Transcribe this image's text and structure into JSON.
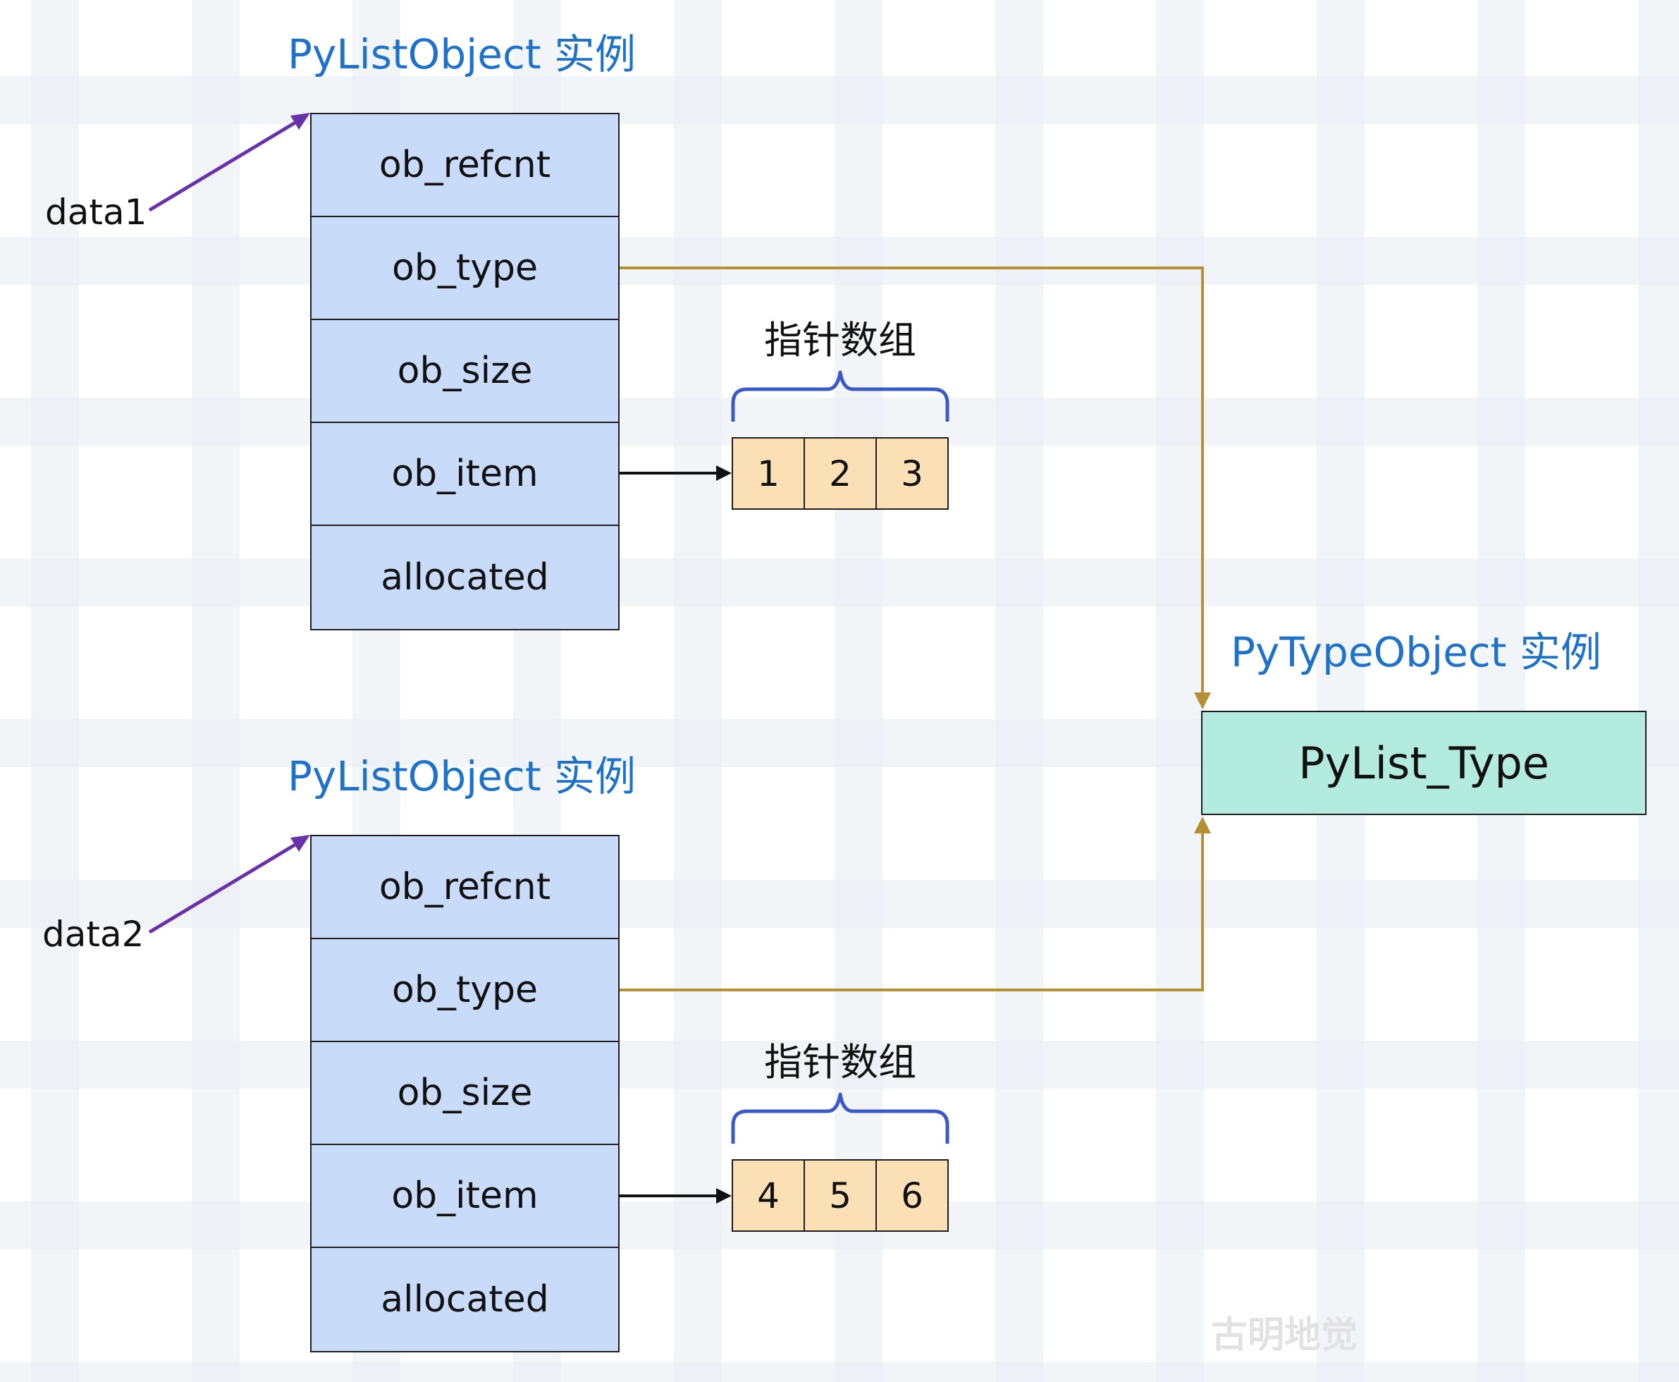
{
  "lists": [
    {
      "title": "PyListObject 实例",
      "pointer_label": "data1",
      "fields": [
        "ob_refcnt",
        "ob_type",
        "ob_size",
        "ob_item",
        "allocated"
      ],
      "array_label": "指针数组",
      "items": [
        "1",
        "2",
        "3"
      ]
    },
    {
      "title": "PyListObject 实例",
      "pointer_label": "data2",
      "fields": [
        "ob_refcnt",
        "ob_type",
        "ob_size",
        "ob_item",
        "allocated"
      ],
      "array_label": "指针数组",
      "items": [
        "4",
        "5",
        "6"
      ]
    }
  ],
  "type_object": {
    "title": "PyTypeObject 实例",
    "name": "PyList_Type"
  },
  "watermark": "古明地觉",
  "colors": {
    "title_blue": "#1f72c9",
    "struct_fill": "#c8dcfa",
    "array_fill": "#fbe0b6",
    "type_fill": "#b3ebdf",
    "pointer_arrow": "#6a32a8",
    "type_arrow": "#b58e35",
    "brace": "#3a5bc7"
  }
}
